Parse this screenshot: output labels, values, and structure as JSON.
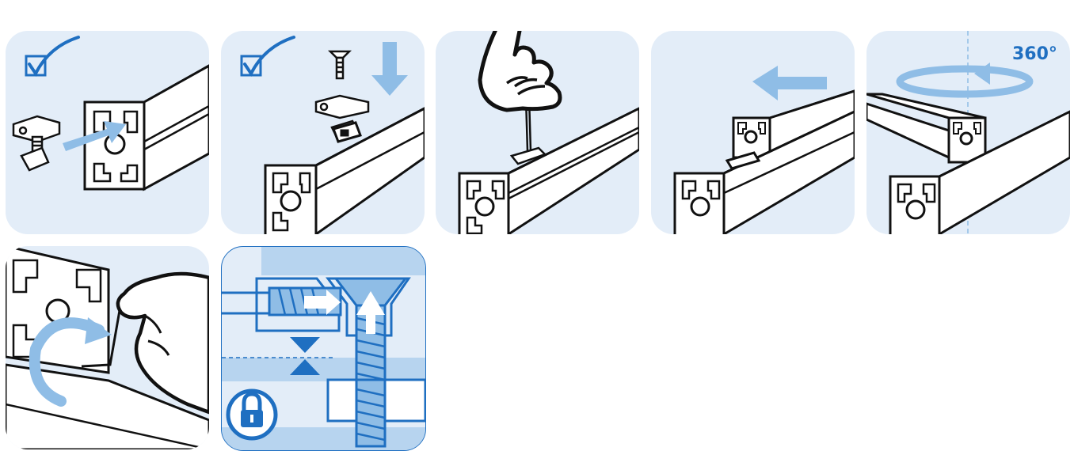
{
  "steps": [
    {
      "id": 1,
      "icons": [
        "checkbox-checked-icon",
        "insert-arrow-icon",
        "t-slot-nut-icon",
        "aluminum-profile-icon"
      ]
    },
    {
      "id": 2,
      "icons": [
        "checkbox-checked-icon",
        "down-arrow-icon",
        "screw-icon",
        "t-slot-nut-icon",
        "aluminum-profile-icon"
      ]
    },
    {
      "id": 3,
      "icons": [
        "hand-icon",
        "hex-key-icon",
        "aluminum-profile-icon"
      ]
    },
    {
      "id": 4,
      "icons": [
        "left-arrow-icon",
        "aluminum-profile-icon"
      ]
    },
    {
      "id": 5,
      "icons": [
        "rotate-arrow-icon",
        "aluminum-profile-icon"
      ],
      "rotation_label": "360°"
    },
    {
      "id": 6,
      "icons": [
        "hand-icon",
        "hex-key-icon",
        "rotate-arrow-icon",
        "aluminum-profile-icon"
      ]
    },
    {
      "id": 7,
      "icons": [
        "screw-icon",
        "up-arrow-icon",
        "right-arrow-icon",
        "clamp-gap-icon",
        "lock-icon"
      ]
    }
  ],
  "colors": {
    "panel_background": "#e3edf8",
    "accent_blue": "#1f6fc1",
    "arrow_light_blue": "#8fbde6",
    "line_black": "#111111",
    "profile_white": "#ffffff"
  }
}
